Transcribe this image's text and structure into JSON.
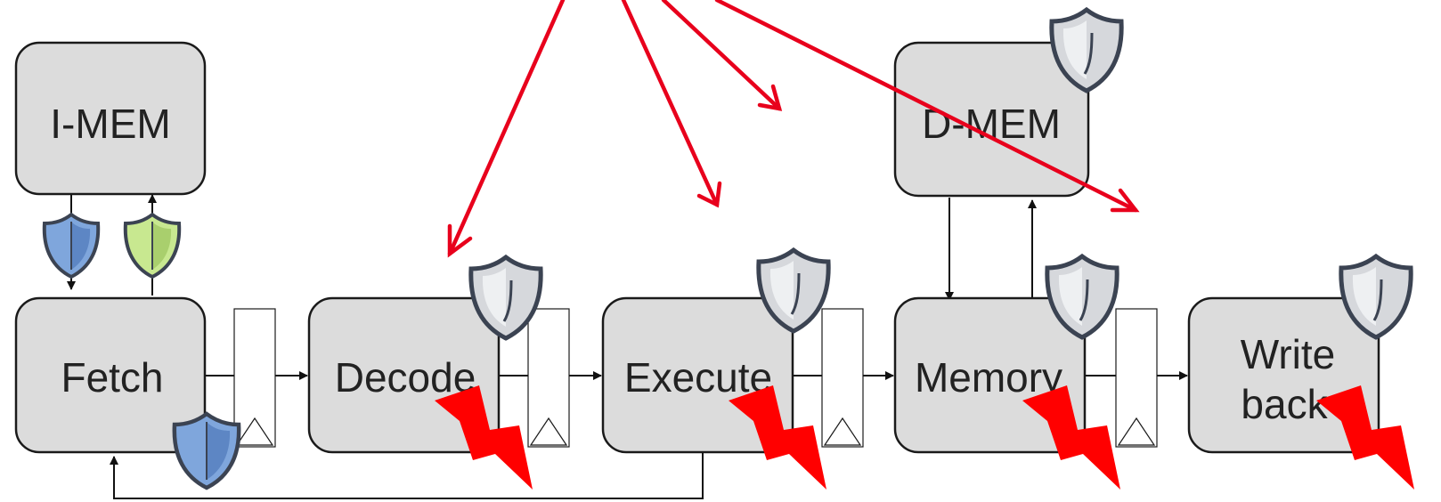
{
  "diagram": {
    "stages": {
      "imem": "I-MEM",
      "dmem": "D-MEM",
      "fetch": "Fetch",
      "decode": "Decode",
      "execute": "Execute",
      "memory": "Memory",
      "writeback_line1": "Write",
      "writeback_line2": "back"
    },
    "colors": {
      "stage_fill": "#dcdcdc",
      "attack_red": "#e8001c",
      "fault_bolt": "#ff0000",
      "shield_blue": "#7fa6dc",
      "shield_green": "#c8e890",
      "shield_gray": "#d6d8dc"
    },
    "icons": {
      "protection": "shield-icon",
      "fault": "lightning-bolt-icon"
    }
  }
}
